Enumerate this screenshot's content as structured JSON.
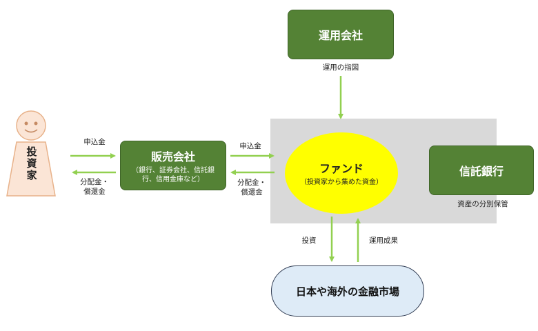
{
  "investor": {
    "label": "投資家"
  },
  "seller": {
    "title": "販売会社",
    "sub": "（銀行、証券会社、信託銀\n行、信用金庫など）"
  },
  "manager": {
    "title": "運用会社"
  },
  "trustee": {
    "title": "信託銀行"
  },
  "fund": {
    "title": "ファンド",
    "sub": "（投資家から集めた資金）"
  },
  "market": {
    "title": "日本や海外の金融市場"
  },
  "labels": {
    "subscription_left": "申込金",
    "distribution_left": "分配金・\n償還金",
    "subscription_right": "申込金",
    "distribution_right": "分配金・\n償還金",
    "instruction": "運用の指図",
    "custody": "資産の分別保管",
    "investment": "投資",
    "results": "運用成果"
  },
  "colors": {
    "green": "#548235",
    "arrow": "#92d050",
    "fund_yellow": "#ffff00",
    "gray_area": "#d9d9d9",
    "market_fill": "#deebf7",
    "person_fill": "#fbe5d6"
  }
}
